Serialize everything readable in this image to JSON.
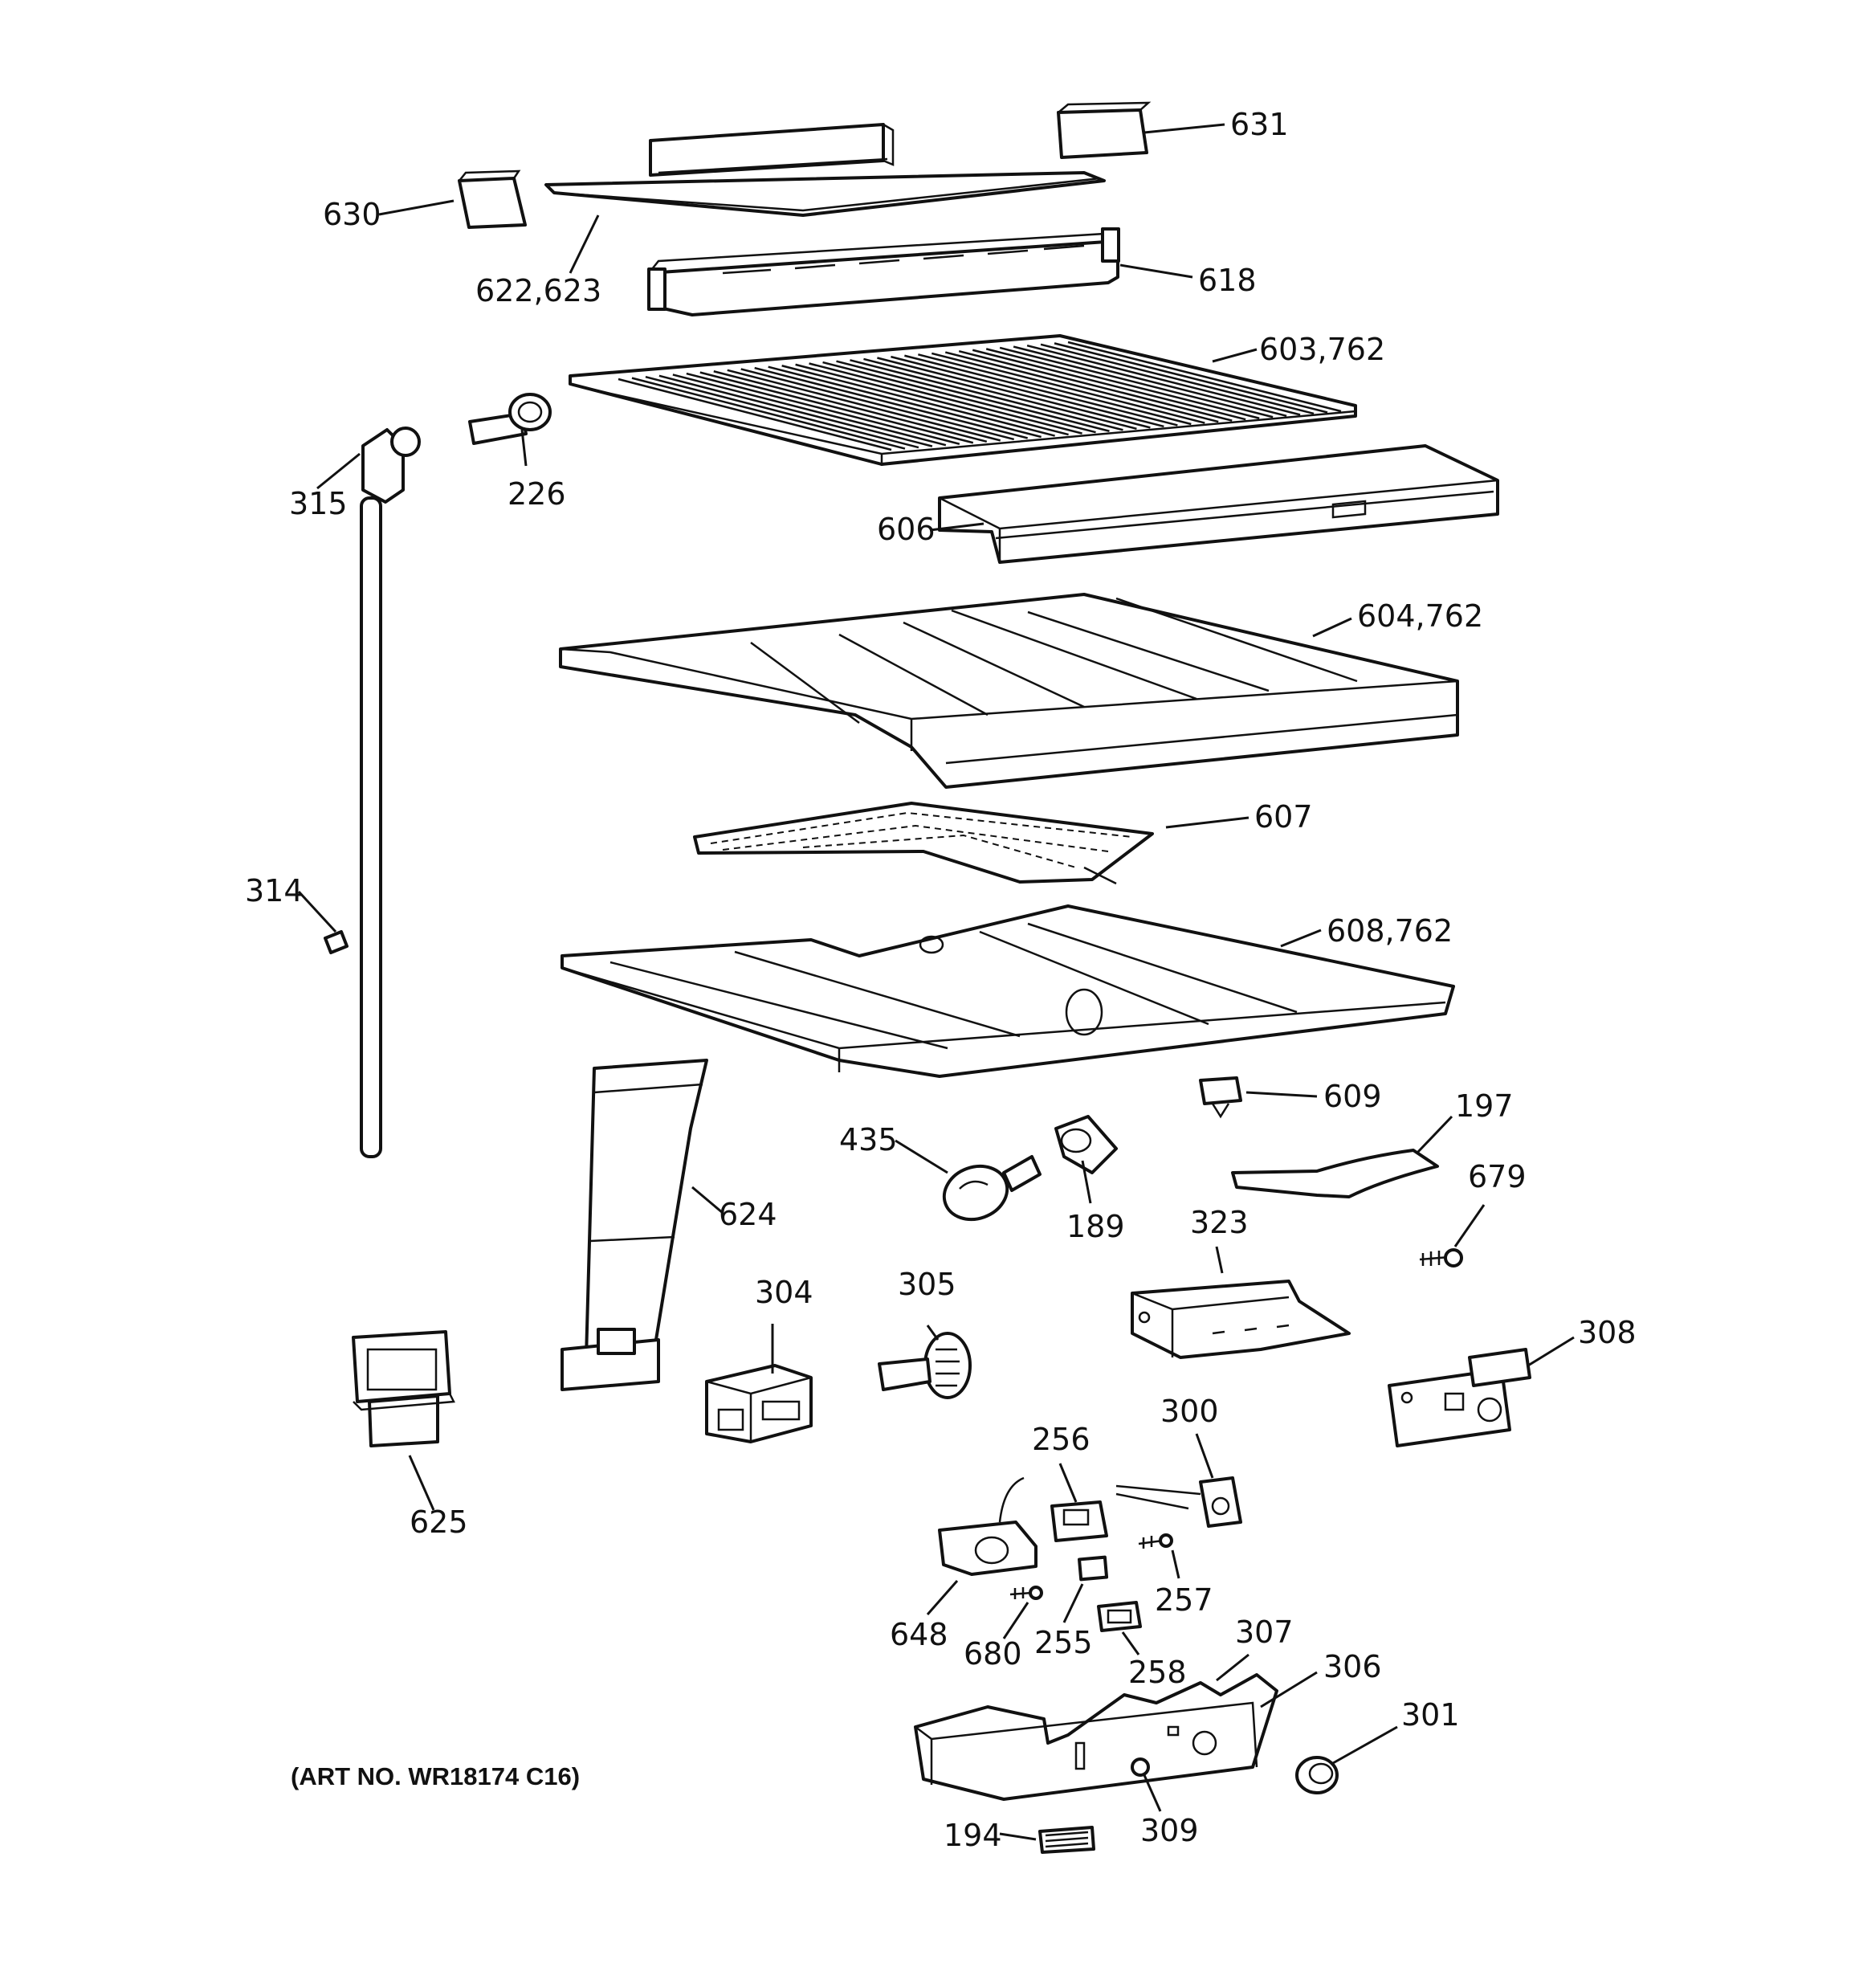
{
  "art_number": "(ART NO. WR18174 C16)",
  "callouts": [
    {
      "id": "631",
      "text": "631"
    },
    {
      "id": "630",
      "text": "630"
    },
    {
      "id": "622-623",
      "text": "622,623"
    },
    {
      "id": "618",
      "text": "618"
    },
    {
      "id": "603-762",
      "text": "603,762"
    },
    {
      "id": "315",
      "text": "315"
    },
    {
      "id": "226",
      "text": "226"
    },
    {
      "id": "606",
      "text": "606"
    },
    {
      "id": "604-762",
      "text": "604,762"
    },
    {
      "id": "607",
      "text": "607"
    },
    {
      "id": "314",
      "text": "314"
    },
    {
      "id": "608-762",
      "text": "608,762"
    },
    {
      "id": "609",
      "text": "609"
    },
    {
      "id": "197",
      "text": "197"
    },
    {
      "id": "435",
      "text": "435"
    },
    {
      "id": "189",
      "text": "189"
    },
    {
      "id": "624",
      "text": "624"
    },
    {
      "id": "679",
      "text": "679"
    },
    {
      "id": "323",
      "text": "323"
    },
    {
      "id": "304",
      "text": "304"
    },
    {
      "id": "305",
      "text": "305"
    },
    {
      "id": "308",
      "text": "308"
    },
    {
      "id": "625",
      "text": "625"
    },
    {
      "id": "256",
      "text": "256"
    },
    {
      "id": "300",
      "text": "300"
    },
    {
      "id": "257",
      "text": "257"
    },
    {
      "id": "648",
      "text": "648"
    },
    {
      "id": "680",
      "text": "680"
    },
    {
      "id": "255",
      "text": "255"
    },
    {
      "id": "258",
      "text": "258"
    },
    {
      "id": "307",
      "text": "307"
    },
    {
      "id": "306",
      "text": "306"
    },
    {
      "id": "301",
      "text": "301"
    },
    {
      "id": "309",
      "text": "309"
    },
    {
      "id": "194",
      "text": "194"
    }
  ]
}
